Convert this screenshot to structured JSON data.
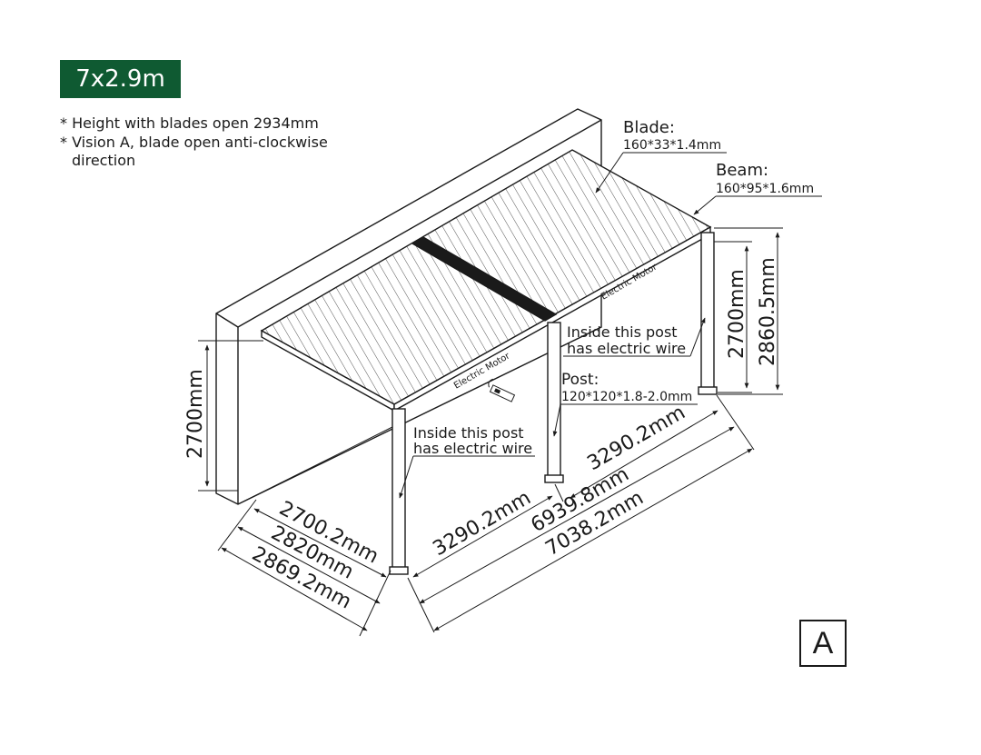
{
  "badge": {
    "label": "7x2.9m",
    "color": "#0f5a32"
  },
  "notes": {
    "line1": "* Height with blades open 2934mm",
    "line2": "* Vision A, blade open anti-clockwise",
    "line3": "direction"
  },
  "labels": {
    "blade_title": "Blade:",
    "blade_spec": "160*33*1.4mm",
    "beam_title": "Beam:",
    "beam_spec": "160*95*1.6mm",
    "post_title": "Post:",
    "post_spec": "120*120*1.8-2.0mm",
    "wire_note_right_1": "Inside this post",
    "wire_note_right_2": "has electric wire",
    "wire_note_left_1": "Inside this post",
    "wire_note_left_2": "has electric wire",
    "motor_left": "Electric Motor",
    "motor_right": "Electric Motor"
  },
  "dimensions": {
    "height_left": "2700mm",
    "height_right_inner": "2700mm",
    "height_right_outer": "2860.5mm",
    "depth_1": "2700.2mm",
    "depth_2": "2820mm",
    "depth_3": "2869.2mm",
    "span_front_left": "3290.2mm",
    "span_back_right": "3290.2mm",
    "length_inner": "6939.8mm",
    "length_outer": "7038.2mm"
  },
  "view_label": "A",
  "icons": [
    "remote-control-icon"
  ]
}
